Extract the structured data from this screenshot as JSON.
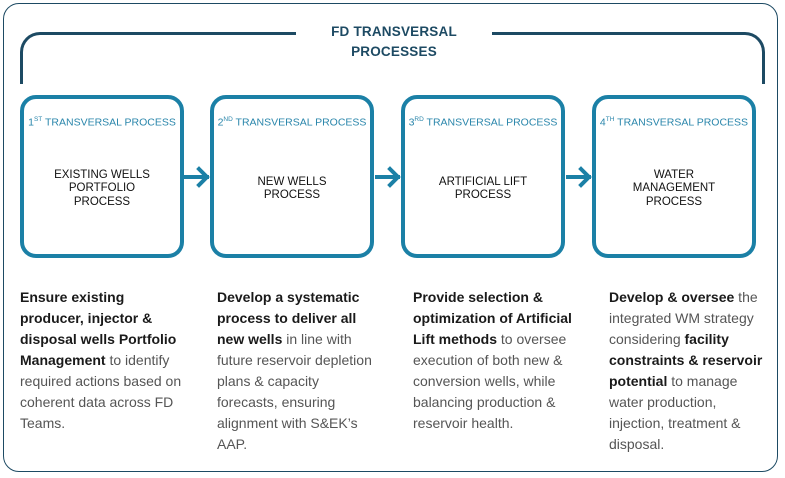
{
  "header": {
    "title": "FD TRANSVERSAL PROCESSES"
  },
  "processes": [
    {
      "ordinal_num": "1",
      "ordinal_suffix": "ST",
      "label_rest": " TRANSVERSAL PROCESS",
      "name": "EXISTING WELLS\nPORTFOLIO\nPROCESS",
      "desc_bold": "Ensure existing producer, injector & disposal wells Portfolio Management",
      "desc_rest": " to identify required actions based on coherent data across FD Teams.",
      "desc_bold2": "",
      "desc_rest2": ""
    },
    {
      "ordinal_num": "2",
      "ordinal_suffix": "ND",
      "label_rest": " TRANSVERSAL PROCESS",
      "name": "NEW WELLS\nPROCESS",
      "desc_bold": "Develop a systematic process to deliver all new wells",
      "desc_rest": " in line with future reservoir depletion plans & capacity forecasts, ensuring alignment with S&EK’s AAP.",
      "desc_bold2": "",
      "desc_rest2": ""
    },
    {
      "ordinal_num": "3",
      "ordinal_suffix": "RD",
      "label_rest": " TRANSVERSAL PROCESS",
      "name": "ARTIFICIAL LIFT\nPROCESS",
      "desc_bold": "Provide selection & optimization of Artificial Lift methods",
      "desc_rest": " to oversee execution of both new & conversion wells, while balancing production & reservoir health.",
      "desc_bold2": "",
      "desc_rest2": ""
    },
    {
      "ordinal_num": "4",
      "ordinal_suffix": "TH",
      "label_rest": " TRANSVERSAL PROCESS",
      "name": "WATER\nMANAGEMENT\nPROCESS",
      "desc_bold": "Develop & oversee",
      "desc_rest": " the integrated WM strategy considering ",
      "desc_bold2": "facility constraints & reservoir potential",
      "desc_rest2": " to manage water production, injection, treatment & disposal."
    }
  ],
  "colors": {
    "dark_blue": "#1d4a63",
    "box_blue": "#1b80a6"
  }
}
